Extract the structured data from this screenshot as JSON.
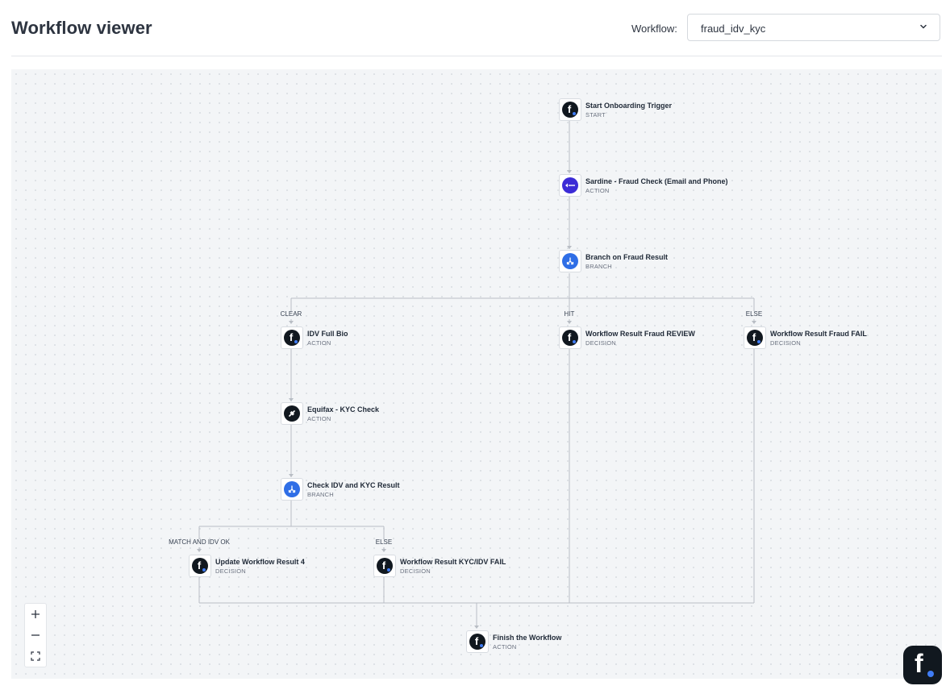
{
  "header": {
    "title": "Workflow viewer",
    "workflow_label": "Workflow:",
    "workflow_selected": "fraud_idv_kyc"
  },
  "colors": {
    "brand_dark": "#11181f",
    "branch_blue": "#2f6ee6",
    "sardine_purple": "#3b2bd6",
    "edge": "#b8bdc4",
    "canvas_bg": "#f3f5f7"
  },
  "workflow": {
    "nodes": [
      {
        "id": "start",
        "title": "Start Onboarding Trigger",
        "type": "START",
        "icon": "footprint-logo-icon"
      },
      {
        "id": "sardine",
        "title": "Sardine - Fraud Check (Email and Phone)",
        "type": "ACTION",
        "icon": "sardine-logo-icon"
      },
      {
        "id": "branch_fraud",
        "title": "Branch on Fraud Result",
        "type": "BRANCH",
        "icon": "branch-icon"
      },
      {
        "id": "idv",
        "title": "IDV Full Bio",
        "type": "ACTION",
        "icon": "footprint-logo-icon"
      },
      {
        "id": "review",
        "title": "Workflow Result Fraud REVIEW",
        "type": "DECISION",
        "icon": "footprint-logo-icon"
      },
      {
        "id": "fail",
        "title": "Workflow Result Fraud FAIL",
        "type": "DECISION",
        "icon": "footprint-logo-icon"
      },
      {
        "id": "equifax",
        "title": "Equifax - KYC Check",
        "type": "ACTION",
        "icon": "equifax-plug-icon"
      },
      {
        "id": "branch_kyc",
        "title": "Check IDV and KYC Result",
        "type": "BRANCH",
        "icon": "branch-icon"
      },
      {
        "id": "update4",
        "title": "Update Workflow Result 4",
        "type": "DECISION",
        "icon": "footprint-logo-icon"
      },
      {
        "id": "kyc_fail",
        "title": "Workflow Result KYC/IDV FAIL",
        "type": "DECISION",
        "icon": "footprint-logo-icon"
      },
      {
        "id": "finish",
        "title": "Finish the Workflow",
        "type": "ACTION",
        "icon": "footprint-logo-icon"
      }
    ],
    "edge_labels": [
      "CLEAR",
      "HIT",
      "ELSE",
      "MATCH AND IDV OK",
      "ELSE"
    ]
  },
  "zoom_controls": {
    "zoom_in": "+",
    "zoom_out": "−"
  }
}
